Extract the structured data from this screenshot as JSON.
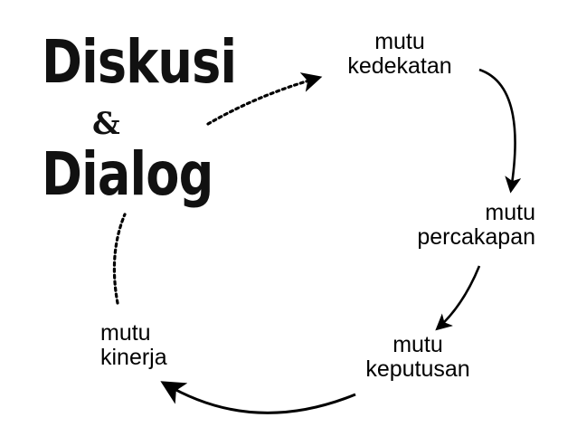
{
  "title": {
    "word1": "Diskusi",
    "amp": "&",
    "word2": "Dialog"
  },
  "nodes": {
    "kedekatan": {
      "line1": "mutu",
      "line2": "kedekatan"
    },
    "percakapan": {
      "line1": "mutu",
      "line2": "percakapan"
    },
    "keputusan": {
      "line1": "mutu",
      "line2": "keputusan"
    },
    "kinerja": {
      "line1": "mutu",
      "line2": "kinerja"
    }
  },
  "colors": {
    "ink": "#000000",
    "background": "#ffffff"
  }
}
